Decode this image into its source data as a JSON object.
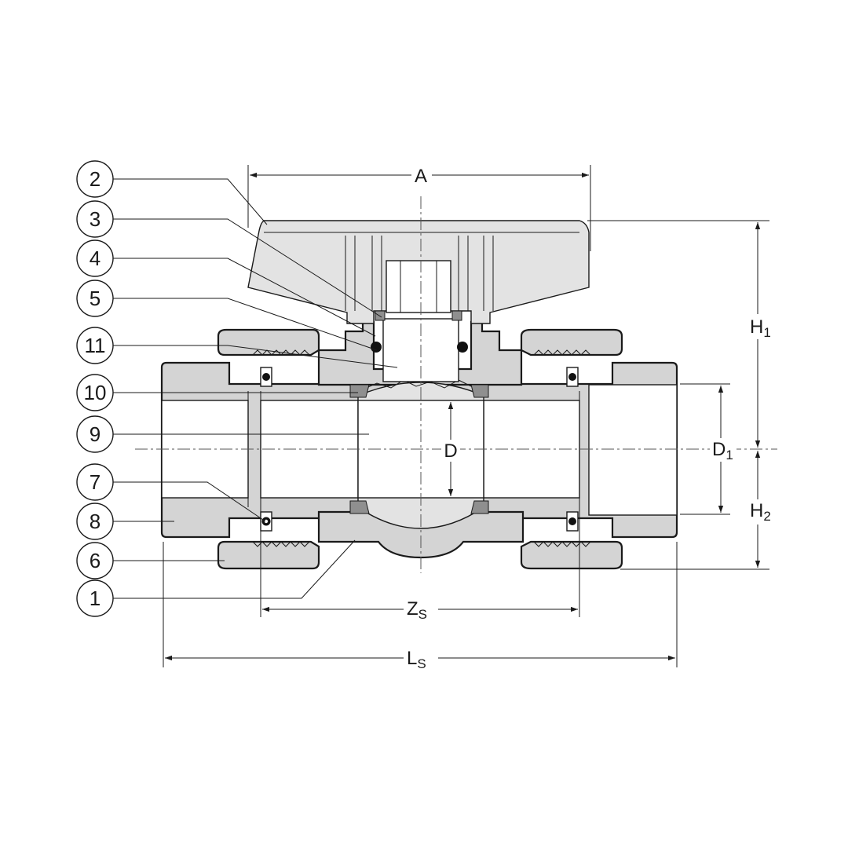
{
  "drawing": {
    "title": "",
    "callouts": [
      {
        "number": "2"
      },
      {
        "number": "3"
      },
      {
        "number": "4"
      },
      {
        "number": "5"
      },
      {
        "number": "11"
      },
      {
        "number": "10"
      },
      {
        "number": "9"
      },
      {
        "number": "7"
      },
      {
        "number": "8"
      },
      {
        "number": "6"
      },
      {
        "number": "1"
      }
    ],
    "dimensions": {
      "a": "A",
      "d": "D",
      "h1_main": "H",
      "h1_sub": "1",
      "h2_main": "H",
      "h2_sub": "2",
      "d1_main": "D",
      "d1_sub": "1",
      "zs_main": "Z",
      "zs_sub": "S",
      "ls_main": "L",
      "ls_sub": "S"
    },
    "colors": {
      "body": "#d4d4d4",
      "handle": "#e3e3e3",
      "seal": "#8f8f8f",
      "line": "#1a1a1a"
    }
  }
}
